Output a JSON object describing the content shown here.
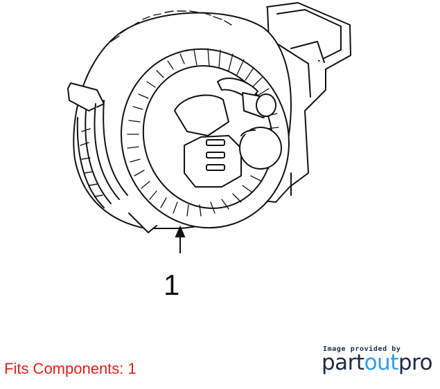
{
  "diagram": {
    "callout_label": "1",
    "fits_components": "Fits Components: 1"
  },
  "credit": {
    "provided_by": "Image provided by",
    "brand_part": "part",
    "brand_out": "out",
    "brand_pro": "pro"
  },
  "colors": {
    "fits_text": "#e0201b",
    "brand_dark": "#1e2a44",
    "brand_accent": "#2a9df4",
    "line": "#111111"
  }
}
